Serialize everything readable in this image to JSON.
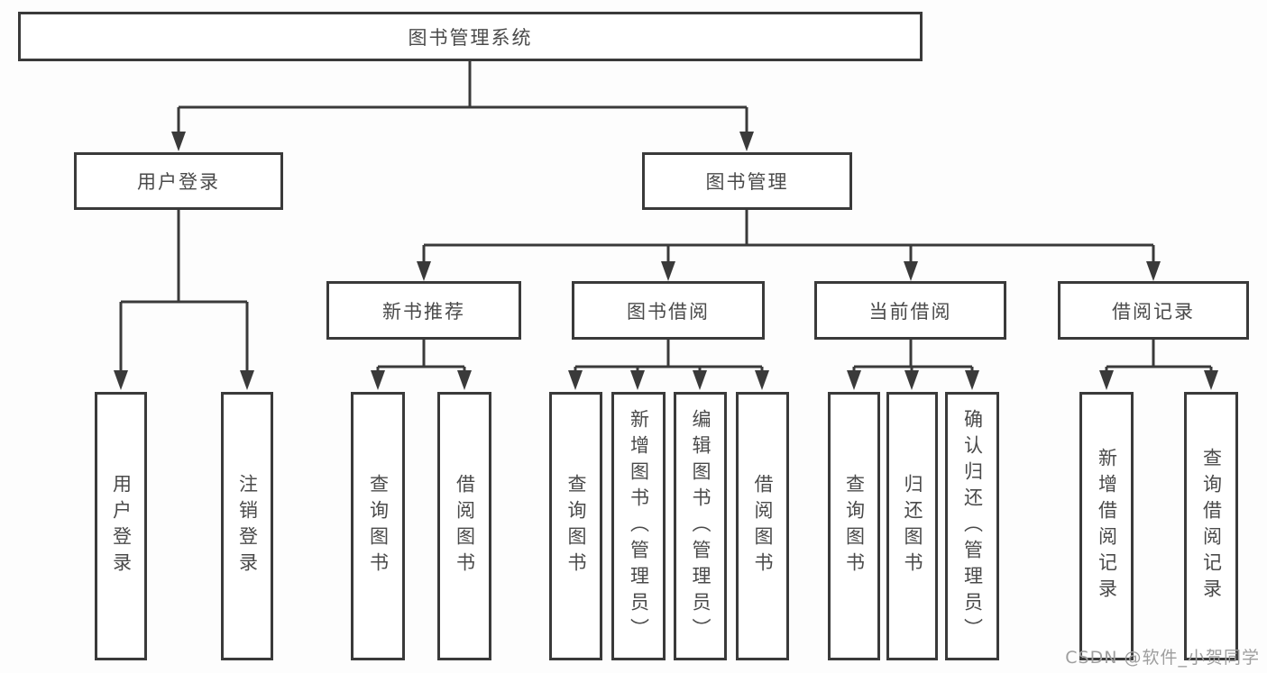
{
  "nodes": {
    "root": "图书管理系统",
    "level1": [
      "用户登录",
      "图书管理"
    ],
    "login_children": [
      "用户登录",
      "注销登录"
    ],
    "modules": [
      "新书推荐",
      "图书借阅",
      "当前借阅",
      "借阅记录"
    ],
    "newbook_children": [
      "查询图书",
      "借阅图书"
    ],
    "borrow_children": [
      "查询图书",
      "新增图书（管理员）",
      "编辑图书（管理员）",
      "借阅图书"
    ],
    "current_children": [
      "查询图书",
      "归还图书",
      "确认归还（管理员）"
    ],
    "records_children": [
      "新增借阅记录",
      "查询借阅记录"
    ]
  },
  "watermark": "CSDN @软件_小贺同学",
  "colors": {
    "line": "#3a3a3a",
    "box_background": "#ffffff",
    "text": "#4a4a4a",
    "watermark": "#9e9e9e",
    "page_background": "#fdfdfd"
  }
}
